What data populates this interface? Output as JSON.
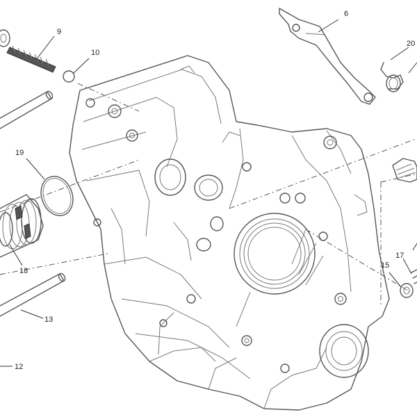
{
  "callouts": [
    {
      "id": "6",
      "label": "6"
    },
    {
      "id": "9",
      "label": "9"
    },
    {
      "id": "10",
      "label": "10"
    },
    {
      "id": "12",
      "label": "12"
    },
    {
      "id": "13",
      "label": "13"
    },
    {
      "id": "15",
      "label": "15"
    },
    {
      "id": "17",
      "label": "17"
    },
    {
      "id": "18",
      "label": "18"
    },
    {
      "id": "19",
      "label": "19"
    },
    {
      "id": "20",
      "label": "20"
    }
  ],
  "colors": {
    "line": "#555555",
    "background": "#ffffff"
  }
}
